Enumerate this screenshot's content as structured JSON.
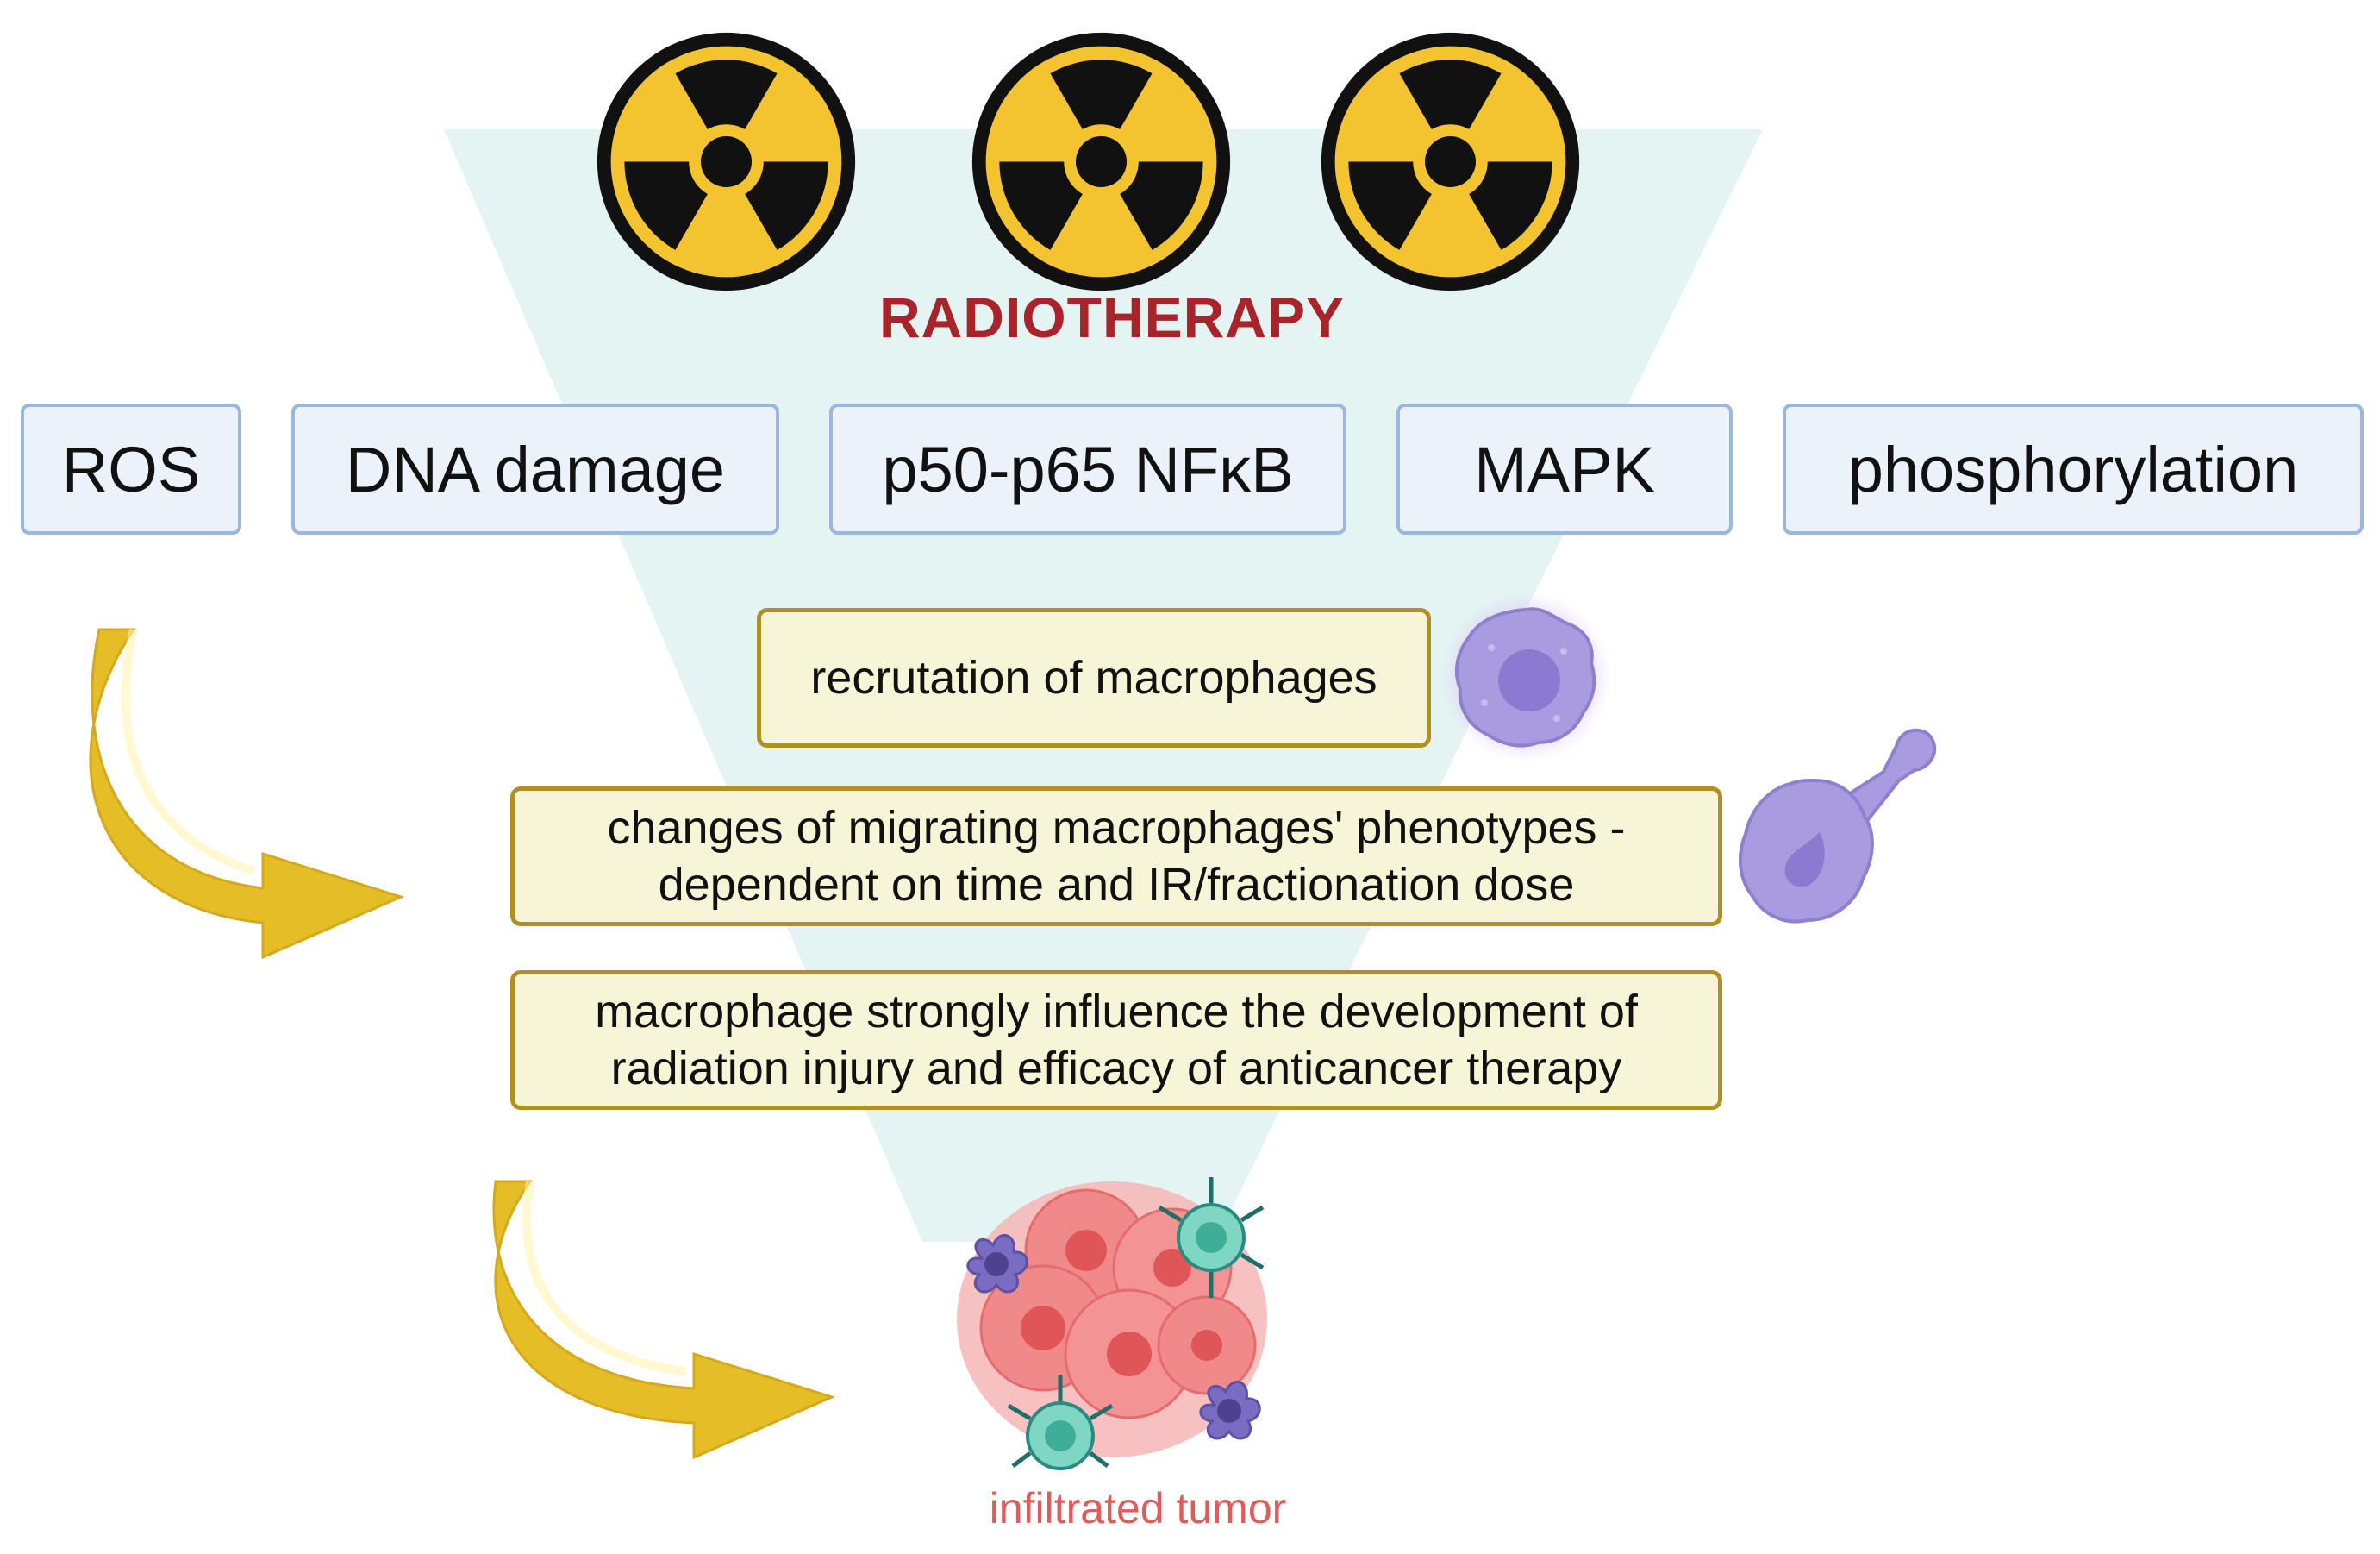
{
  "title": "RADIOTHERAPY",
  "factors": [
    "ROS",
    "DNA damage",
    "p50-p65 NFκB",
    "MAPK",
    "phosphorylation"
  ],
  "steps": {
    "recruitment": "recrutation of macrophages",
    "phenotype_line1": "changes of migrating macrophages' phenotypes -",
    "phenotype_line2": "dependent on time and IR/fractionation dose",
    "influence_line1": "macrophage strongly influence the development of",
    "influence_line2": "radiation injury and efficacy of anticancer therapy"
  },
  "tumor_label": "infiltrated tumor",
  "icons": [
    "radiation-icon",
    "radiation-icon",
    "radiation-icon",
    "macrophage-icon",
    "migrating-macrophage-icon",
    "tumor-icon",
    "curved-arrow-icon",
    "curved-arrow-icon"
  ],
  "colors": {
    "title": "#a8232a",
    "funnel": "#e3f4f2",
    "radiation_yellow": "#f4c430",
    "factor_fill": "#ecf2fa",
    "factor_border": "#9bb7dc",
    "step_fill": "#f7f5d8",
    "step_border": "#b38f23",
    "arrow": "#e5be27",
    "macrophage": "#a99be0",
    "tumor": "#f08a8a",
    "tumor_label": "#e05b5b"
  }
}
